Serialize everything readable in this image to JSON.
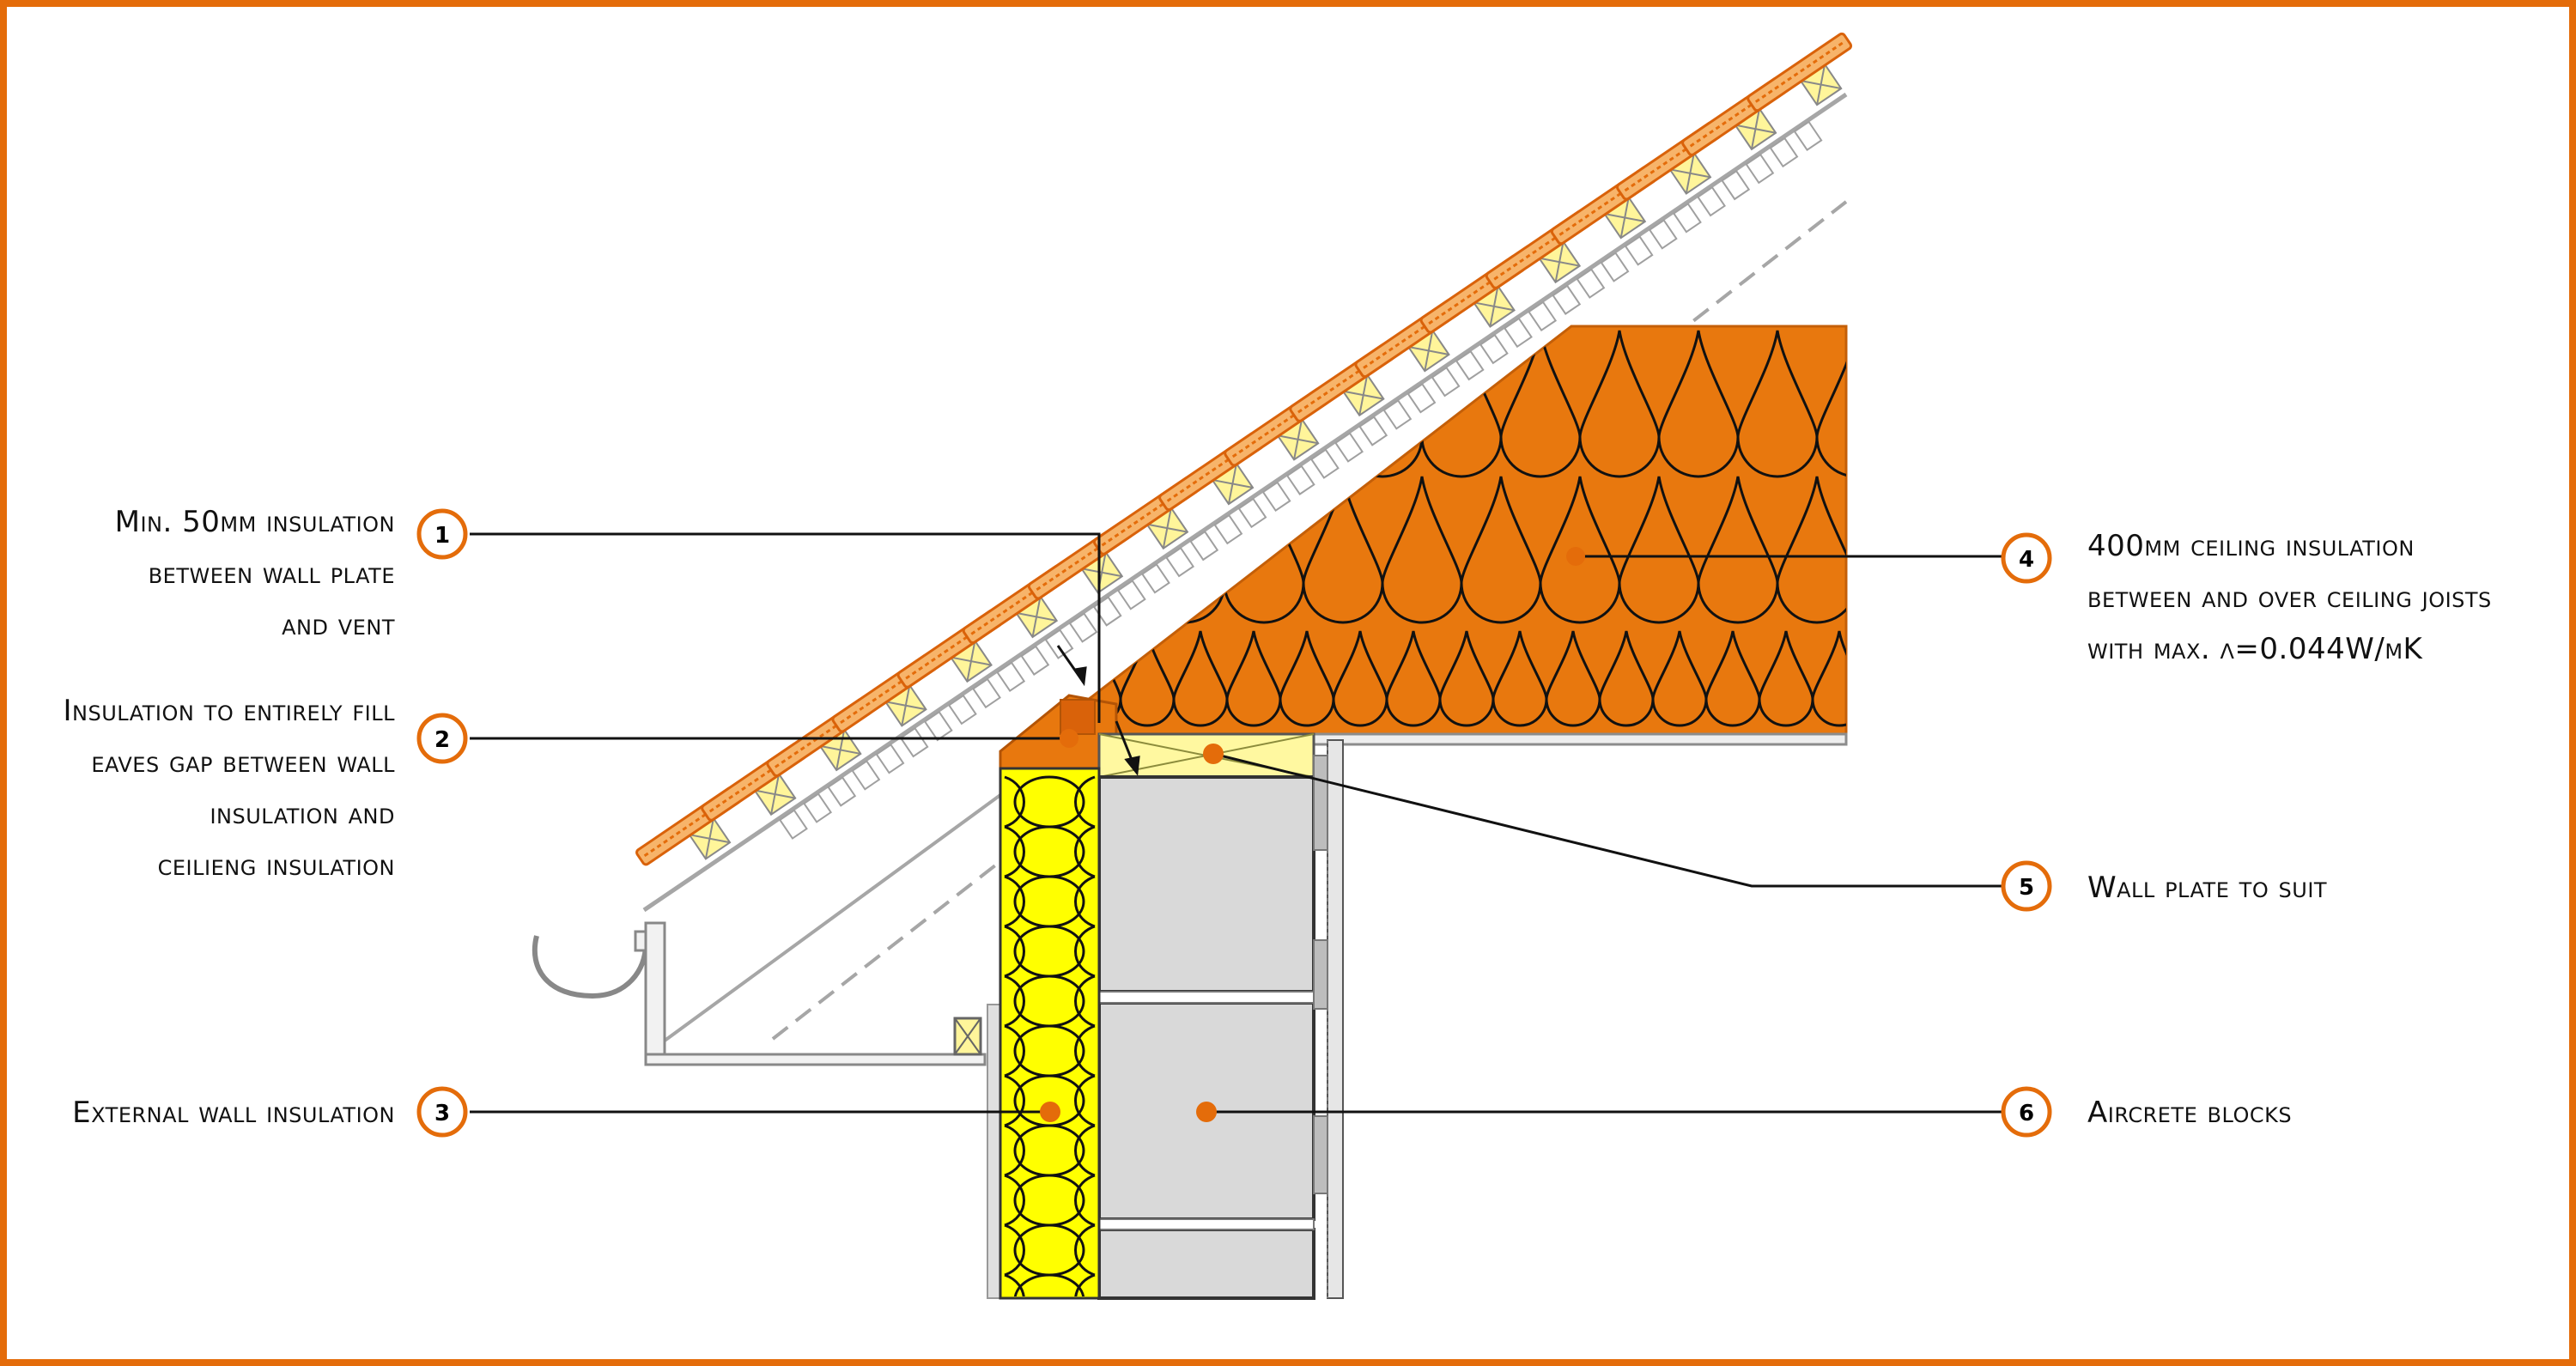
{
  "accent_color": "#e46c0a",
  "insulation_yellow": "#ffff00",
  "block_grey": "#d9d9d9",
  "callouts": [
    {
      "num": "1",
      "lines": [
        "Min. 50mm insulation",
        "between wall plate",
        "and vent"
      ]
    },
    {
      "num": "2",
      "lines": [
        "Insulation to entirely fill",
        "eaves gap between wall",
        "insulation and",
        "ceilieng insulation"
      ]
    },
    {
      "num": "3",
      "lines": [
        "External wall insulation"
      ]
    },
    {
      "num": "4",
      "lines": [
        "400mm ceiling insulation",
        "between and over ceiling joists",
        "with max. λ=0.044W/mK"
      ]
    },
    {
      "num": "5",
      "lines": [
        "Wall plate to suit"
      ]
    },
    {
      "num": "6",
      "lines": [
        "Aircrete blocks"
      ]
    }
  ]
}
